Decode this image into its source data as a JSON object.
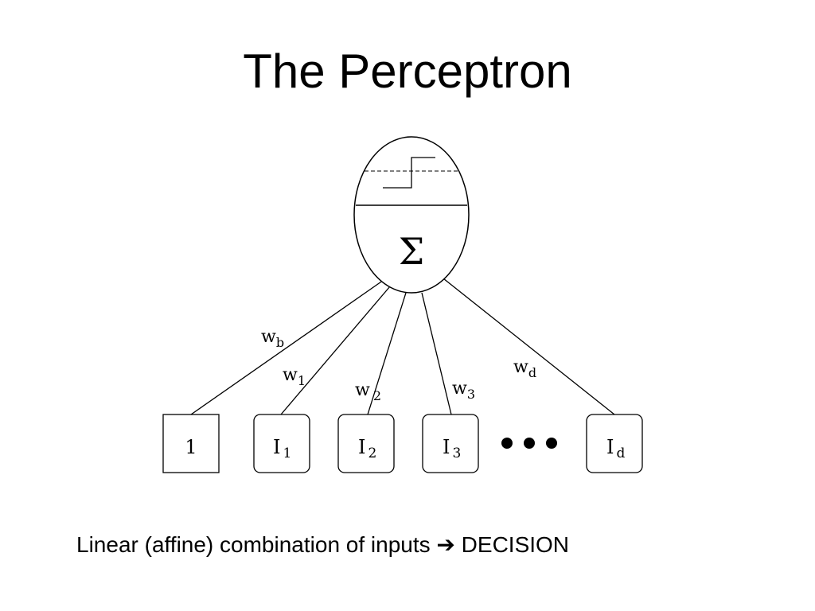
{
  "slide": {
    "title": "The Perceptron",
    "caption": {
      "text": "Linear (affine) combination of inputs",
      "arrow": "➔",
      "outcome": "DECISION"
    }
  },
  "neuron": {
    "activation_icon": "step-function-icon",
    "summation_symbol": "Σ"
  },
  "inputs": [
    {
      "main": "1",
      "sub": ""
    },
    {
      "main": "I",
      "sub": "1"
    },
    {
      "main": "I",
      "sub": "2"
    },
    {
      "main": "I",
      "sub": "3"
    },
    {
      "main": "I",
      "sub": "d"
    }
  ],
  "weights": [
    {
      "main": "w",
      "sub": "b"
    },
    {
      "main": "w",
      "sub": "1"
    },
    {
      "main": "w",
      "sub": "2"
    },
    {
      "main": "w",
      "sub": "3"
    },
    {
      "main": "w",
      "sub": "d"
    }
  ],
  "ellipsis_icon": "ellipsis-dots-icon"
}
